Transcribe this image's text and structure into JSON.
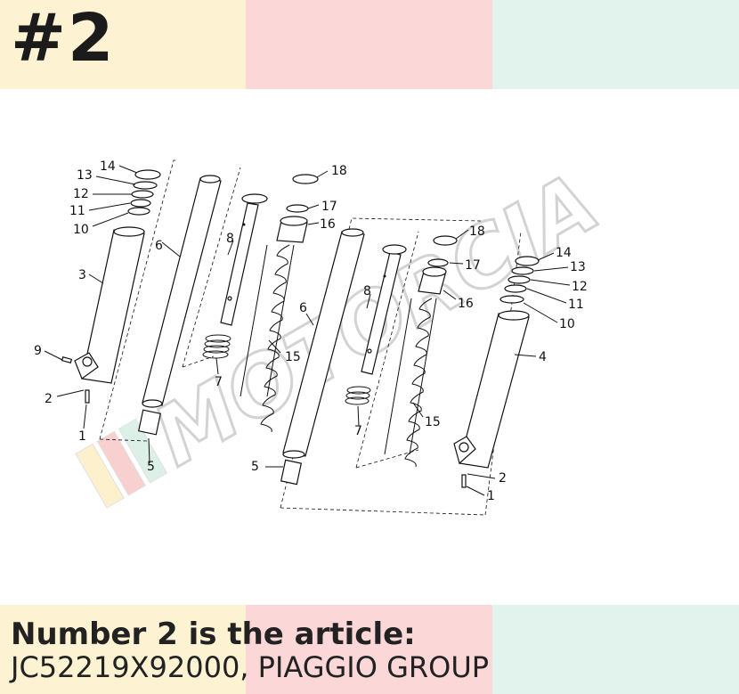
{
  "header": {
    "badge": "#2"
  },
  "caption": {
    "title": "Number 2 is the article:",
    "reference": "JC52219X92000, PIAGGIO GROUP"
  },
  "watermark": {
    "text": "MOTORCIA"
  },
  "colors": {
    "yellow": "#fdf3d3",
    "pink": "#fbd7d7",
    "mint": "#e2f2ec",
    "text": "#1b1b1b"
  },
  "callouts": {
    "l14": "14",
    "l13": "13",
    "l12": "12",
    "l11": "11",
    "l10": "10",
    "l3": "3",
    "l9": "9",
    "l2": "2",
    "l1": "1",
    "l6": "6",
    "l5": "5",
    "l8": "8",
    "l7": "7",
    "l15": "15",
    "l18": "18",
    "l17": "17",
    "l16": "16",
    "r6": "6",
    "r5": "5",
    "r8": "8",
    "r7": "7",
    "r15": "15",
    "r18": "18",
    "r17": "17",
    "r16": "16",
    "r14": "14",
    "r13": "13",
    "r12": "12",
    "r11": "11",
    "r10": "10",
    "r4": "4",
    "r2": "2",
    "r1": "1"
  }
}
